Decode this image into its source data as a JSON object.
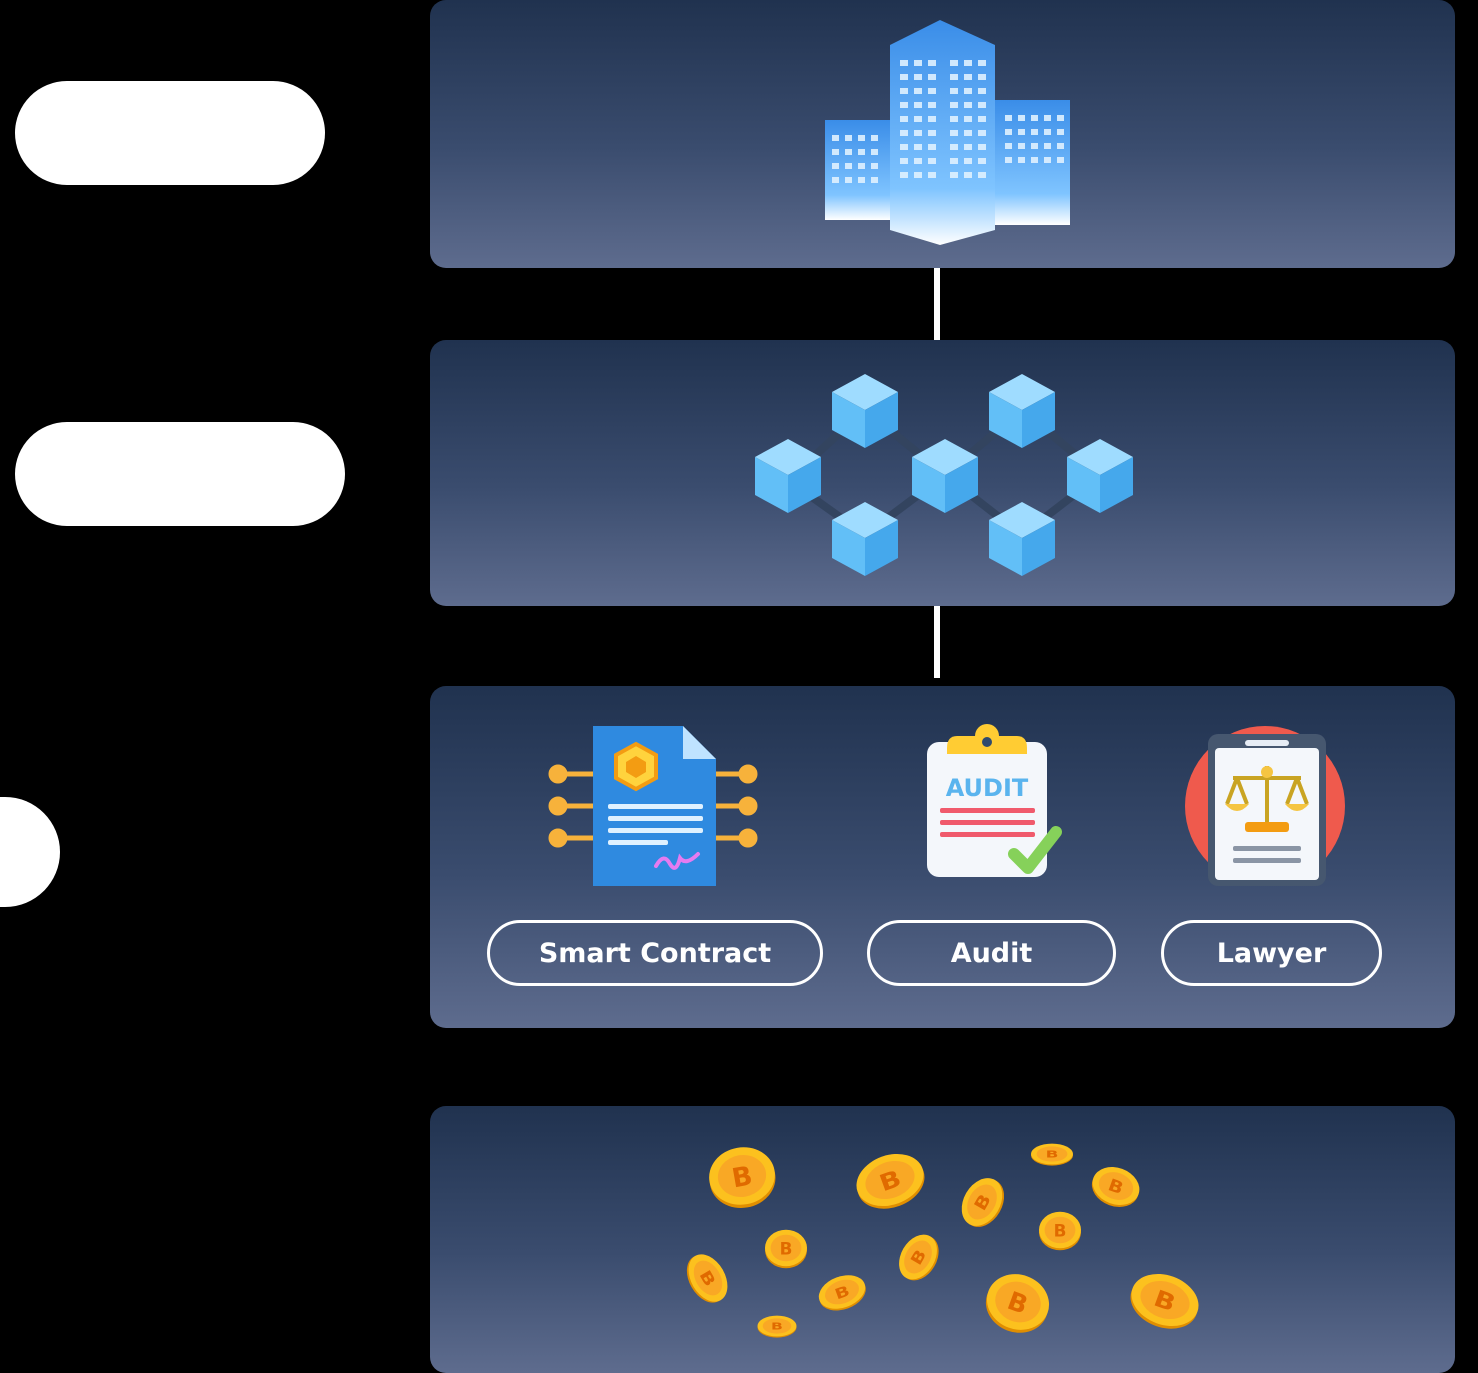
{
  "stages": {
    "stage1": {
      "icon": "office-buildings-icon"
    },
    "stage2": {
      "icon": "blockchain-network-icon"
    },
    "stage3": {
      "items": [
        {
          "label": "Smart Contract",
          "icon": "smart-contract-icon"
        },
        {
          "label": "Audit",
          "icon": "audit-clipboard-icon",
          "icon_text": "AUDIT"
        },
        {
          "label": "Lawyer",
          "icon": "law-scales-document-icon"
        }
      ]
    },
    "stage4": {
      "icon": "bitcoin-coins-icon"
    }
  },
  "colors": {
    "panel_top": "#20324f",
    "panel_bottom": "#5e6c8e",
    "accent_blue": "#4fb4f5",
    "coin_gold": "#f7b500"
  }
}
